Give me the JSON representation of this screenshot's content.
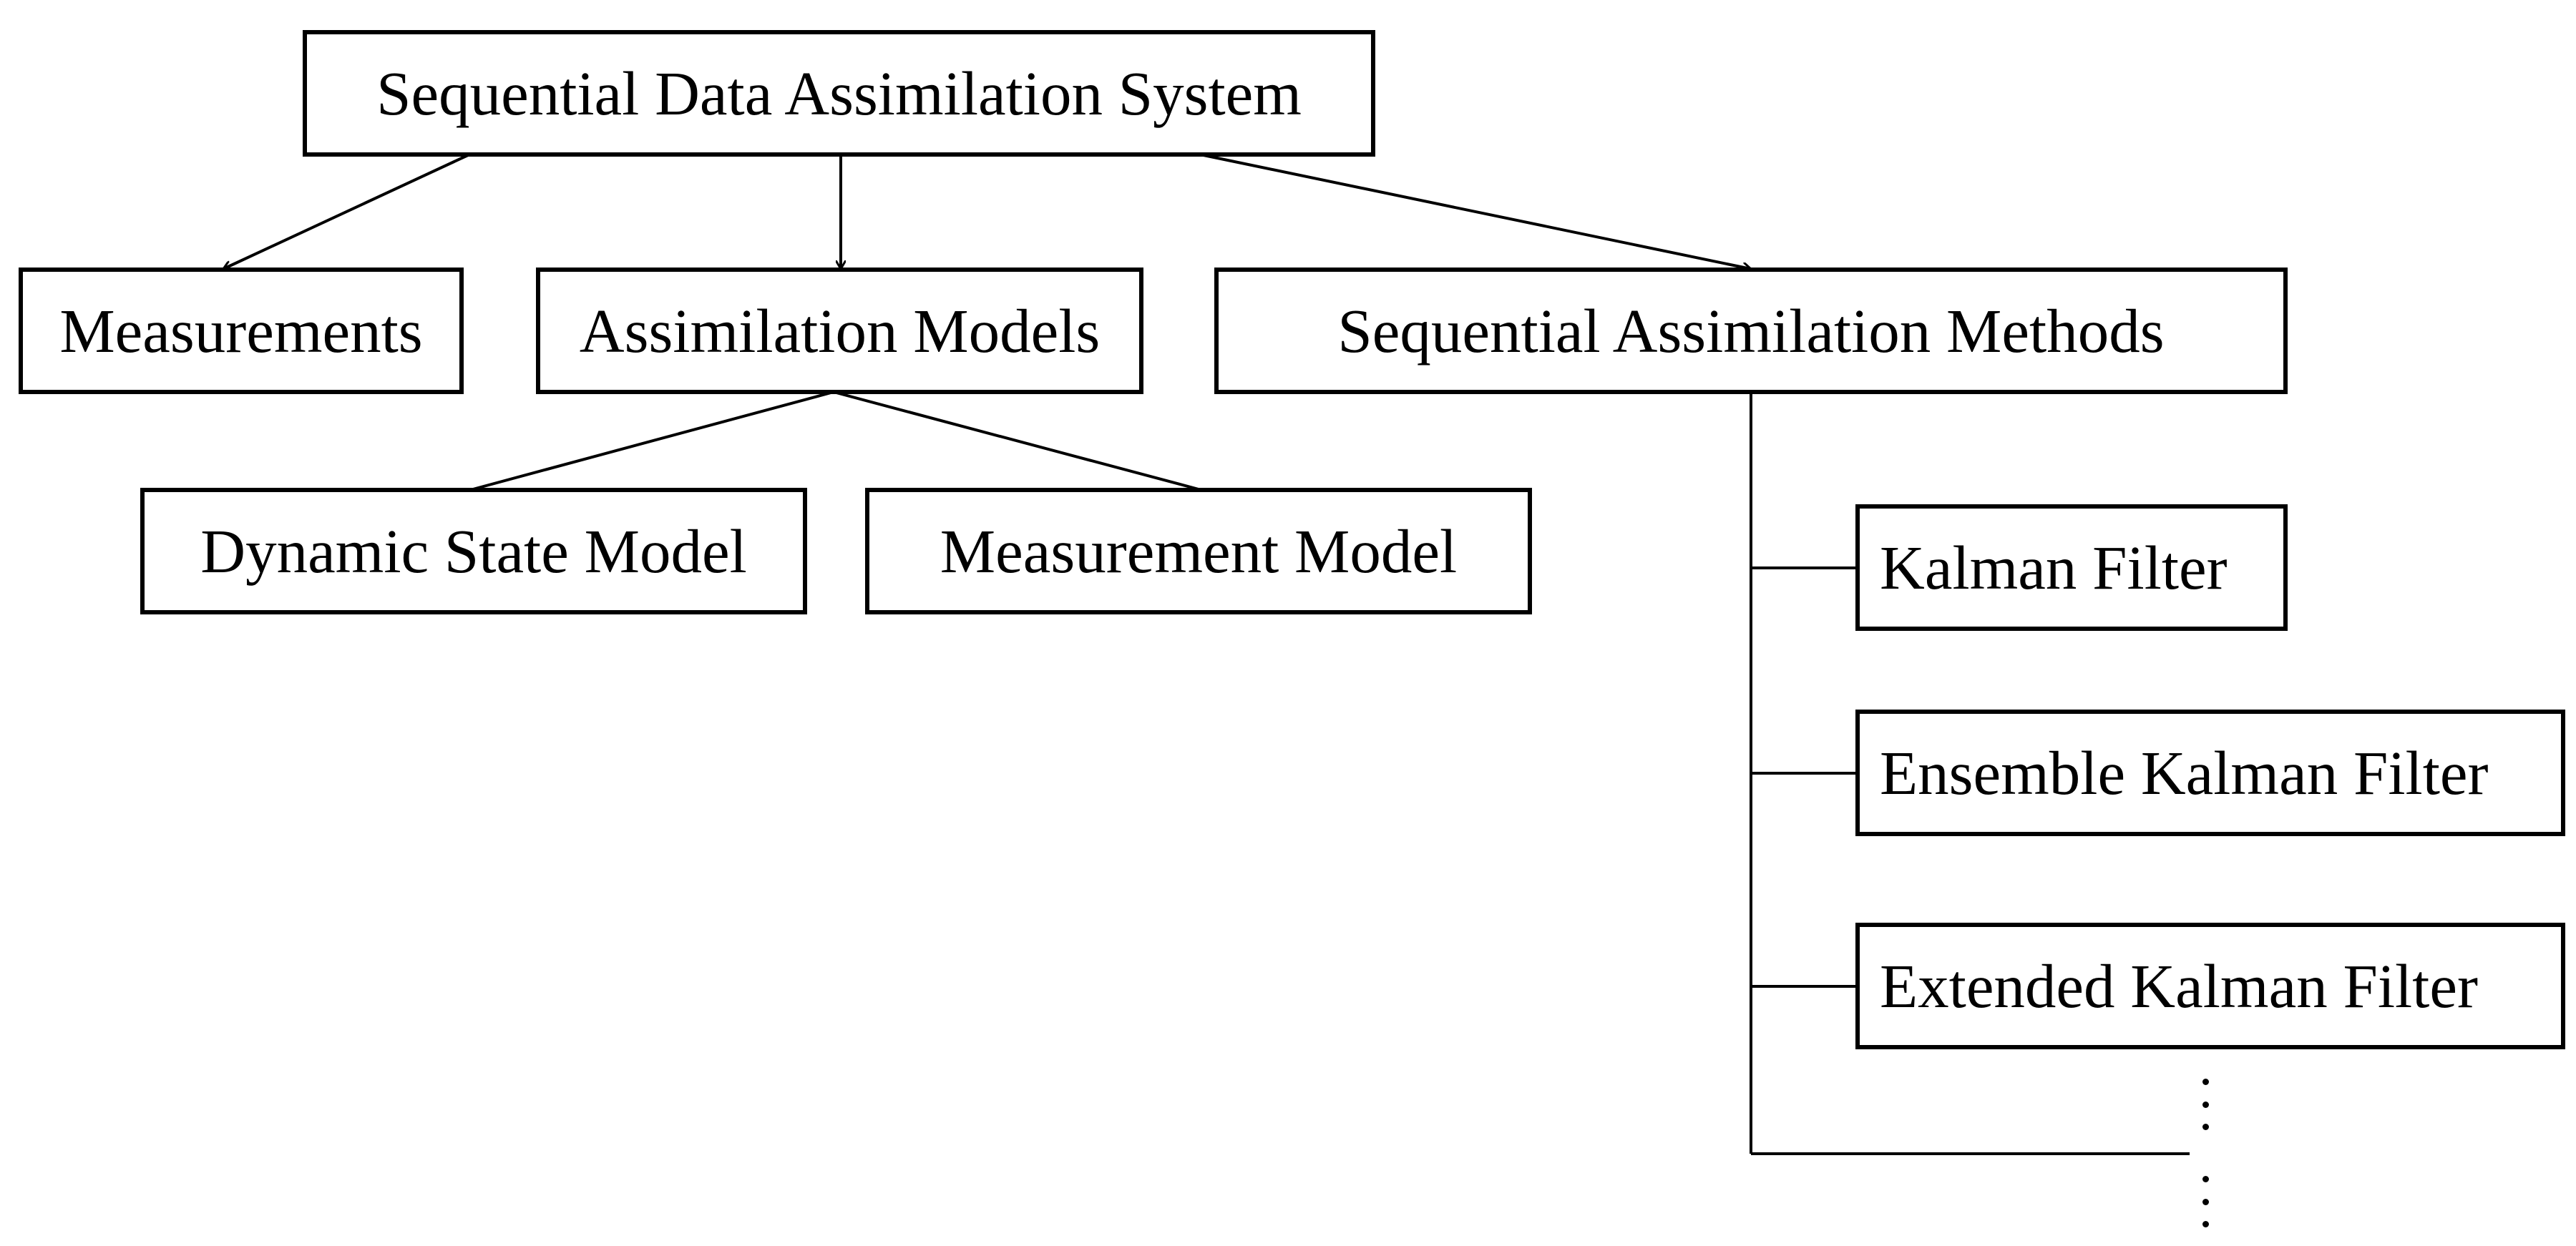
{
  "diagram": {
    "root": {
      "label": "Sequential Data Assimilation System"
    },
    "level1": [
      {
        "id": "measurements",
        "label": "Measurements"
      },
      {
        "id": "assimilation-models",
        "label": "Assimilation Models"
      },
      {
        "id": "sequential-assimilation-methods",
        "label": "Sequential Assimilation Methods"
      }
    ],
    "model_children": [
      {
        "id": "dynamic-state-model",
        "label": "Dynamic State Model"
      },
      {
        "id": "measurement-model",
        "label": "Measurement Model"
      }
    ],
    "methods": [
      {
        "id": "kalman-filter",
        "label": "Kalman Filter"
      },
      {
        "id": "ensemble-kalman-filter",
        "label": "Ensemble Kalman Filter"
      },
      {
        "id": "extended-kalman-filter",
        "label": "Extended Kalman Filter"
      }
    ],
    "colors": {
      "stroke": "#000000",
      "background": "#ffffff"
    }
  }
}
